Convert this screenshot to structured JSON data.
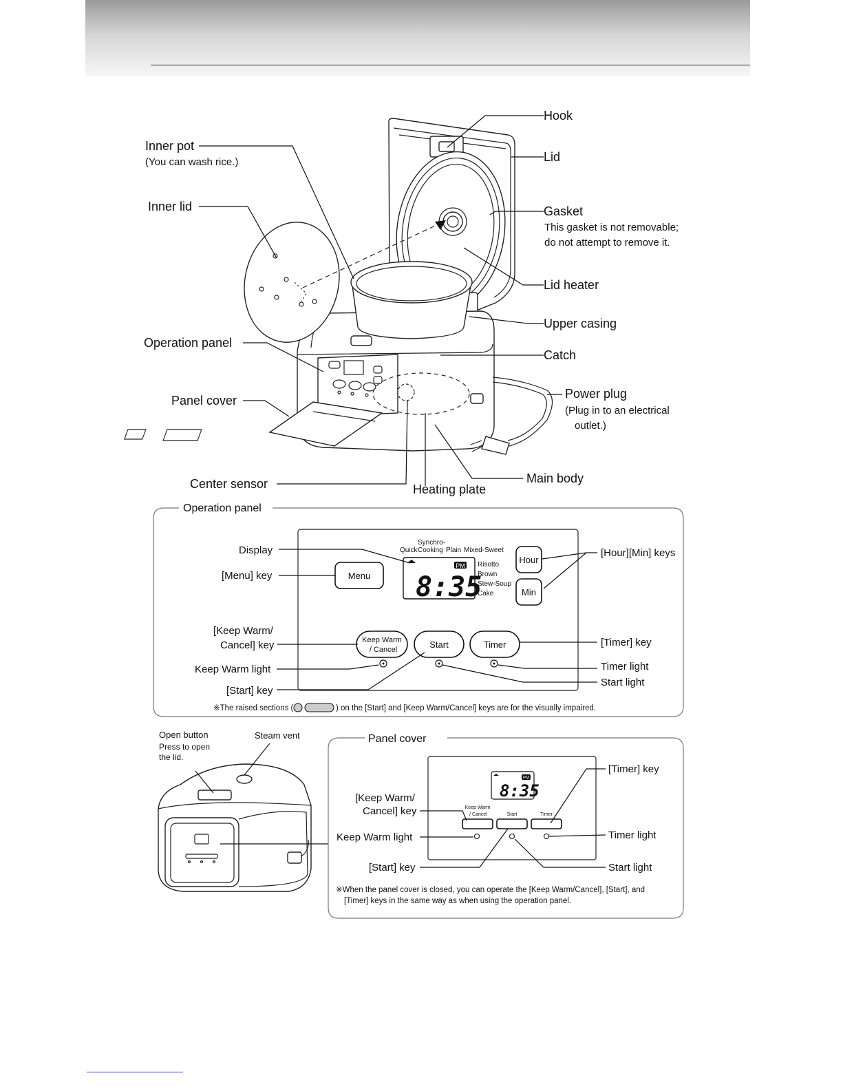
{
  "main_diagram": {
    "labels": {
      "hook": "Hook",
      "lid": "Lid",
      "gasket": "Gasket",
      "gasket_note1": "This gasket is not removable;",
      "gasket_note2": "do not attempt to remove it.",
      "lid_heater": "Lid heater",
      "upper_casing": "Upper casing",
      "catch": "Catch",
      "power_plug": "Power plug",
      "power_plug_note1": "(Plug in to an electrical",
      "power_plug_note2": "outlet.)",
      "main_body": "Main body",
      "heating_plate": "Heating plate",
      "center_sensor": "Center sensor",
      "panel_cover": "Panel cover",
      "operation_panel": "Operation panel",
      "inner_lid": "Inner lid",
      "inner_pot": "Inner pot",
      "inner_pot_note": "(You can wash rice.)"
    }
  },
  "operation_panel": {
    "title": "Operation panel",
    "labels": {
      "display": "Display",
      "menu_key": "[Menu] key",
      "keep_warm_cancel_key_1": "[Keep Warm/",
      "keep_warm_cancel_key_2": "Cancel] key",
      "keep_warm_light": "Keep Warm light",
      "start_key": "[Start] key",
      "hour_min_keys": "[Hour][Min] keys",
      "timer_key": "[Timer] key",
      "timer_light": "Timer light",
      "start_light": "Start light"
    },
    "display": {
      "menu_top_1": "Synchro-",
      "menu_top_2": "Cooking",
      "quick": "Quick",
      "plain": "Plain",
      "mixed_sweet": "Mixed-Sweet",
      "risotto": "Risotto",
      "brown": "Brown",
      "stew_soup": "Stew-Soup",
      "cake": "Cake",
      "pm": "PM",
      "time": "8:35"
    },
    "keys": {
      "menu": "Menu",
      "hour": "Hour",
      "min": "Min",
      "keep_warm_1": "Keep Warm",
      "keep_warm_2": "/ Cancel",
      "start": "Start",
      "timer": "Timer"
    },
    "note_prefix": "※The raised sections (",
    "note_suffix": ") on the [Start] and [Keep Warm/Cancel] keys are for the visually impaired."
  },
  "small_cooker": {
    "open_button": "Open button",
    "press_note1": "Press to open",
    "press_note2": "the lid.",
    "steam_vent": "Steam vent"
  },
  "panel_cover": {
    "title": "Panel cover",
    "labels": {
      "timer_key": "[Timer] key",
      "keep_warm_cancel_key_1": "[Keep Warm/",
      "keep_warm_cancel_key_2": "Cancel] key",
      "keep_warm_light": "Keep Warm light",
      "timer_light": "Timer light",
      "start_key": "[Start] key",
      "start_light": "Start light"
    },
    "display": {
      "pm": "PM",
      "time": "8:35"
    },
    "keys": {
      "keep_warm_1": "Keep Warm",
      "keep_warm_2": "/ Cancel",
      "start": "Start",
      "timer": "Timer"
    },
    "note_line1": "※When the panel cover is closed, you can operate the [Keep Warm/Cancel], [Start], and",
    "note_line2": "[Timer] keys in the same way as when using the operation panel."
  }
}
